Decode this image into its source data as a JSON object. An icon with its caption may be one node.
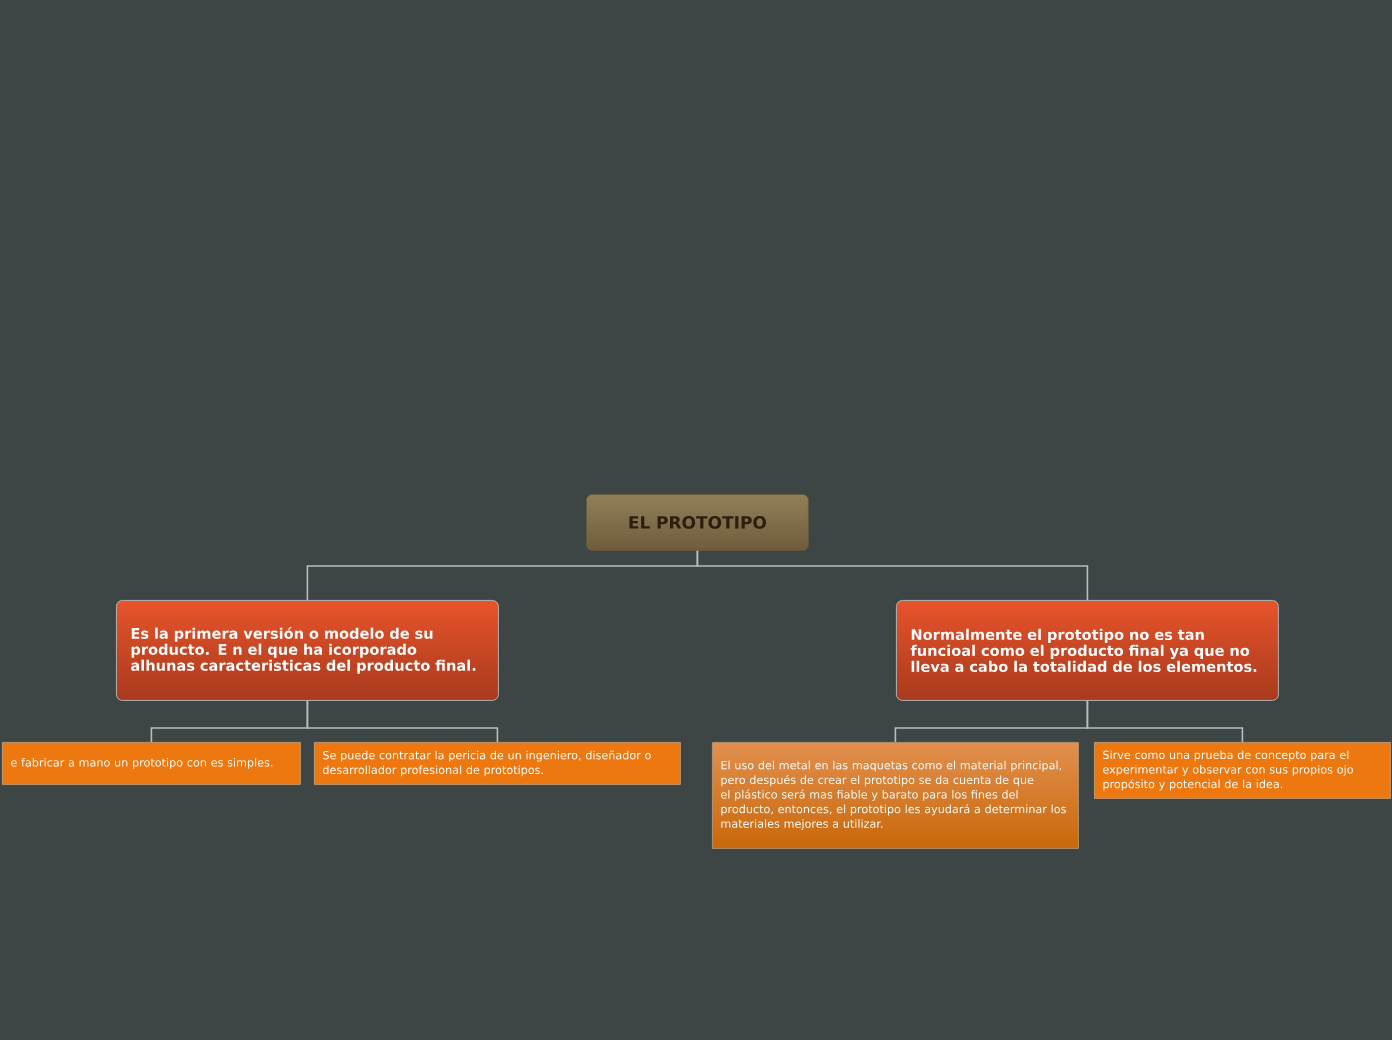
{
  "diagram": {
    "nodes": [
      {
        "text": [
          "EL PROTOTIPO"
        ]
      },
      {
        "text": [
          "Es la primera versión o modelo de su producto. E n el que ha icorporado alhunas caracteristicas del producto final."
        ]
      },
      {
        "text": [
          "Normalmente el prototipo no es tan funcioal como el producto final ya que no lleva a cabo la totalidad de los elementos."
        ]
      },
      {
        "text": [
          "e fabricar a mano un prototipo con es simples."
        ]
      },
      {
        "text": [
          "Se puede contratar la pericia de un ingeniero, diseñador o desarrollador profesional de prototipos."
        ]
      },
      {
        "text": [
          "El uso del metal en las maquetas como el material principal, pero después de crear el prototipo se da cuenta de que el plástico será mas fiable y barato para los fines del producto, entonces, el prototipo les ayudará a determinar los materiales mejores a utilizar."
        ]
      },
      {
        "text": [
          "Sirve como una prueba de concepto para el experimentar y observar con sus propios ojo propósito y potencial de la idea."
        ]
      }
    ],
    "edges": [
      {
        "from": 0,
        "to": 1,
        "arrow": "none"
      },
      {
        "from": 0,
        "to": 2,
        "arrow": "none"
      },
      {
        "from": 1,
        "to": 3,
        "arrow": "none"
      },
      {
        "from": 1,
        "to": 4,
        "arrow": "none"
      },
      {
        "from": 2,
        "to": 5,
        "arrow": "none"
      },
      {
        "from": 2,
        "to": 6,
        "arrow": "none"
      }
    ]
  }
}
